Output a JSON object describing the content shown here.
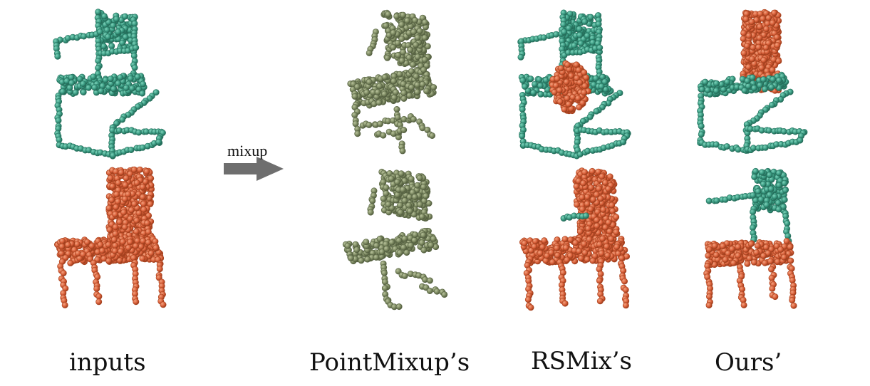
{
  "figure": {
    "arrow_label": "mixup",
    "columns": [
      {
        "id": "inputs",
        "caption": "inputs"
      },
      {
        "id": "pointmixup",
        "caption": "PointMixup’s"
      },
      {
        "id": "rsmix",
        "caption": "RSMix’s"
      },
      {
        "id": "ours",
        "caption": "Ours’"
      }
    ]
  },
  "colors": {
    "teal": "#3a9b82",
    "teal_dark": "#24705c",
    "orange": "#d9603a",
    "orange_dark": "#a8431f",
    "olive": "#7d8a62",
    "olive_dark": "#566242",
    "arrow": "#6e6e6e"
  }
}
